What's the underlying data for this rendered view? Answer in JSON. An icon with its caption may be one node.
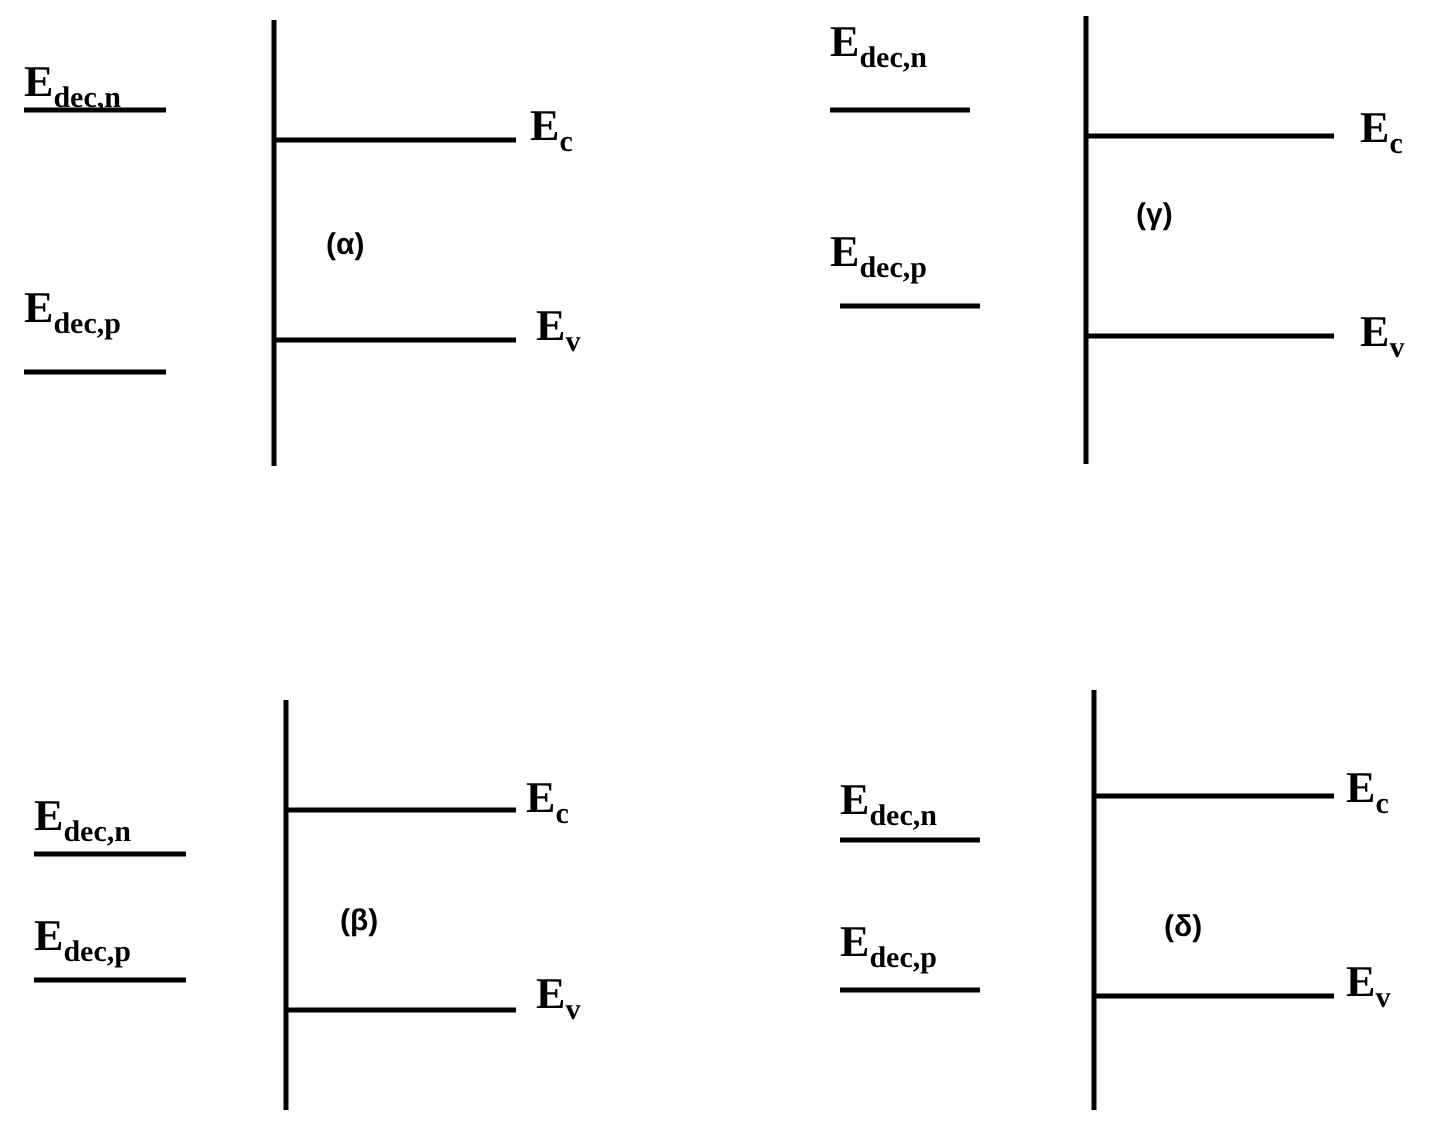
{
  "diagram": {
    "labels": [
      "E$_{dec,n}$",
      "E$_{c}$",
      "(α)",
      "E$_{dec,p}$",
      "E$_{v}$",
      "E$_{dec,n}$",
      "E$_{c}$",
      "(γ)",
      "E$_{dec,p}$",
      "E$_{v}$",
      "E$_{dec,n}$",
      "E$_{c}$",
      "(β)",
      "E$_{dec,p}$",
      "E$_{v}$",
      "E$_{dec,n}$",
      "E$_{c}$",
      "(δ)",
      "E$_{dec,p}$",
      "E$_{v}$"
    ]
  }
}
